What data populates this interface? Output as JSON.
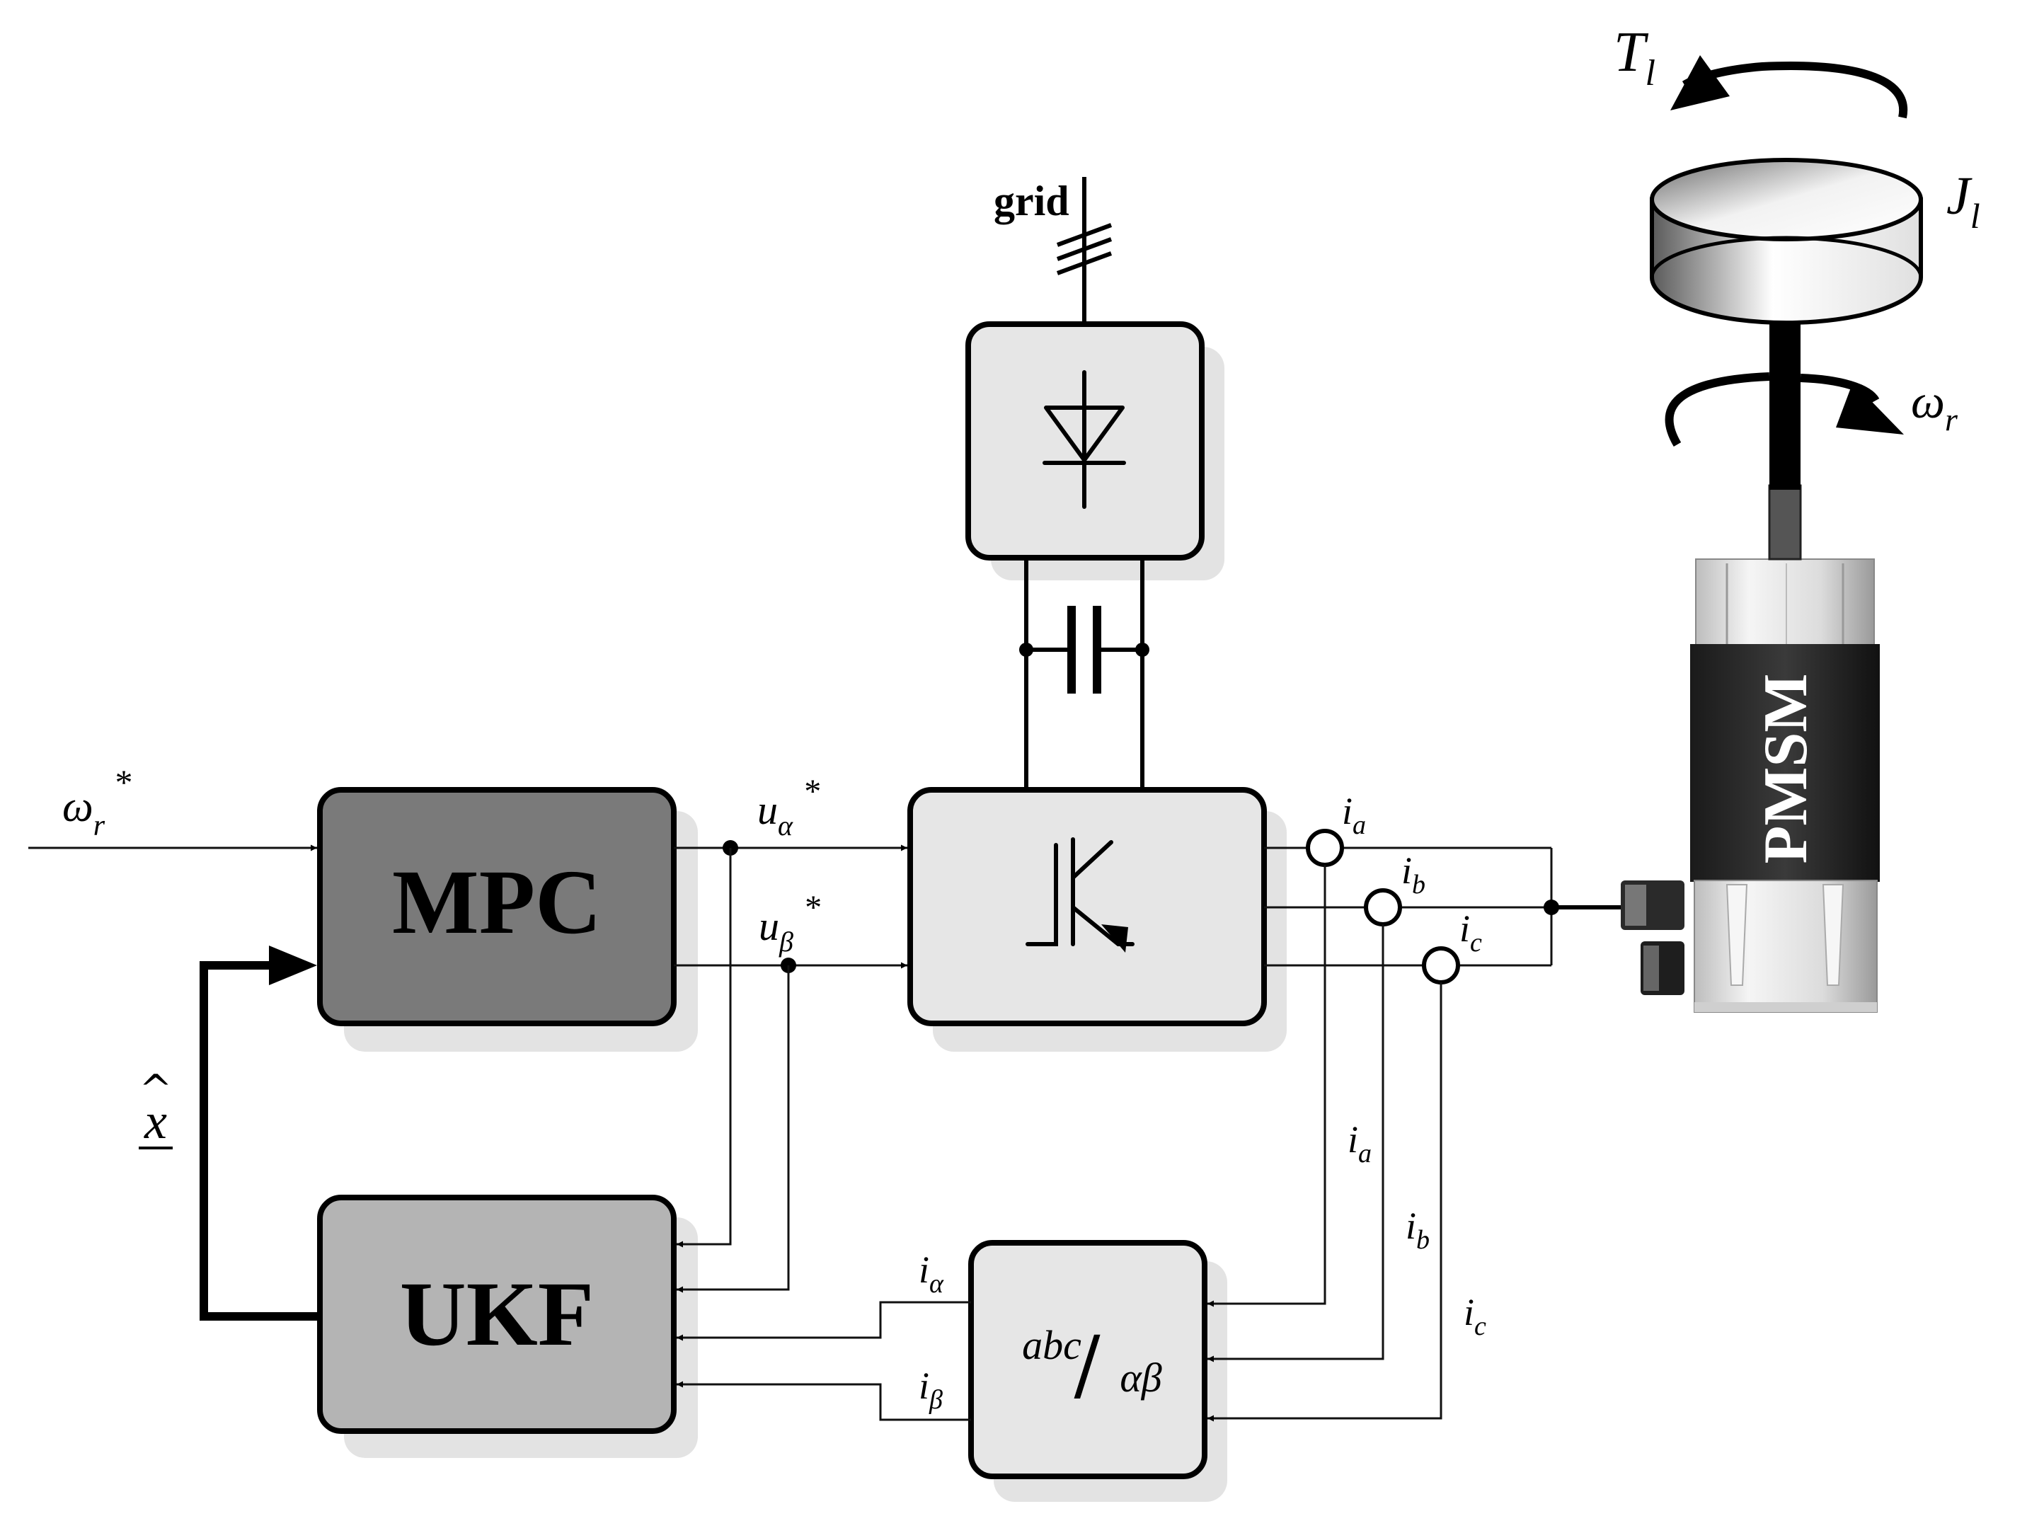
{
  "grid_label": "grid",
  "blocks": {
    "mpc": {
      "label": "MPC"
    },
    "ukf": {
      "label": "UKF"
    },
    "transform": {
      "label_num": "abc",
      "label_den": "αβ",
      "slash": "/"
    },
    "motor": {
      "label": "PMSM"
    }
  },
  "signals": {
    "omega_ref": {
      "base": "ω",
      "sub": "r",
      "sup": "*"
    },
    "u_alpha": {
      "base": "u",
      "sub": "α",
      "sup": "*"
    },
    "u_beta": {
      "base": "u",
      "sub": "β",
      "sup": "*"
    },
    "i_a": {
      "base": "i",
      "sub": "a"
    },
    "i_b": {
      "base": "i",
      "sub": "b"
    },
    "i_c": {
      "base": "i",
      "sub": "c"
    },
    "i_a_fb": {
      "base": "i",
      "sub": "a"
    },
    "i_b_fb": {
      "base": "i",
      "sub": "b"
    },
    "i_c_fb": {
      "base": "i",
      "sub": "c"
    },
    "i_alpha": {
      "base": "i",
      "sub": "α"
    },
    "i_beta": {
      "base": "i",
      "sub": "β"
    },
    "x_hat": {
      "base": "x",
      "accent": "^"
    },
    "load_torque": {
      "base": "T",
      "sub": "l"
    },
    "load_inertia": {
      "base": "J",
      "sub": "l"
    },
    "rotor_speed": {
      "base": "ω",
      "sub": "r"
    }
  },
  "colors": {
    "mpc_fill": "#7a7a7a",
    "ukf_fill": "#b4b4b4",
    "light_fill": "#e6e6e6",
    "shadow": "#e0e0e0",
    "stroke": "#000000"
  }
}
